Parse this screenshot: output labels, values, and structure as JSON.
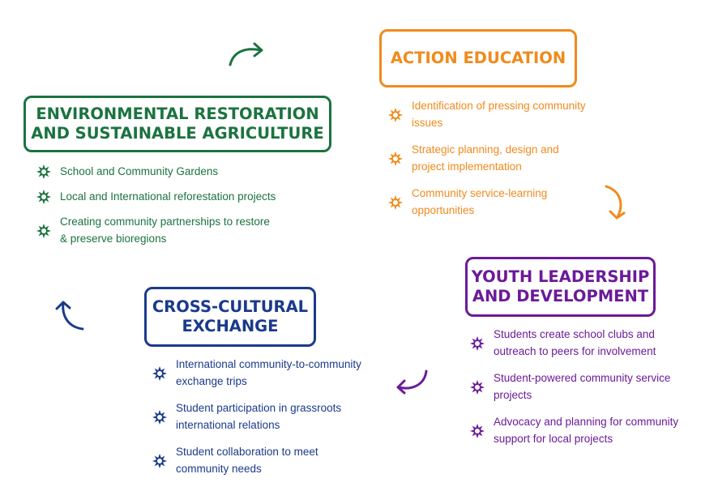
{
  "colors": {
    "environmental": "#1b7340",
    "action": "#f08a1c",
    "youth": "#6c1a99",
    "cross": "#1a3a8c"
  },
  "environmental": {
    "title_line1": "ENVIRONMENTAL RESTORATION",
    "title_line2": "AND SUSTAINABLE AGRICULTURE",
    "items": [
      "School and Community Gardens",
      "Local and International reforestation projects",
      "Creating community partnerships to restore & preserve bioregions"
    ]
  },
  "action": {
    "title": "ACTION EDUCATION",
    "items": [
      "Identification of pressing community issues",
      "Strategic planning, design and project implementation",
      "Community service-learning opportunities"
    ]
  },
  "youth": {
    "title_line1": "YOUTH LEADERSHIP",
    "title_line2": "AND DEVELOPMENT",
    "items": [
      "Students create school clubs and outreach to peers for involvement",
      "Student-powered community service projects",
      "Advocacy and planning for community support for local projects"
    ]
  },
  "cross": {
    "title_line1": "CROSS-CULTURAL",
    "title_line2": "EXCHANGE",
    "items": [
      "International community-to-community exchange trips",
      "Student participation in grassroots international relations",
      "Student collaboration to meet community needs"
    ]
  },
  "icons": {
    "bullet": "star-burst-icon",
    "arrow": "curved-arrow-icon"
  }
}
